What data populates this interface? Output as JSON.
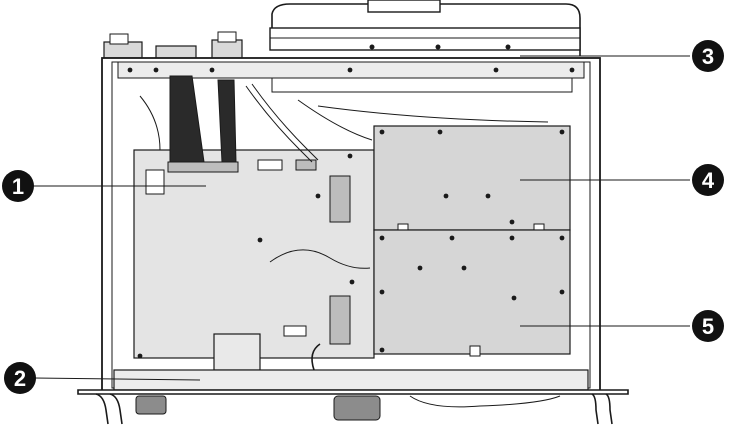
{
  "callouts": [
    {
      "id": "1",
      "label": "1"
    },
    {
      "id": "2",
      "label": "2"
    },
    {
      "id": "3",
      "label": "3"
    },
    {
      "id": "4",
      "label": "4"
    },
    {
      "id": "5",
      "label": "5"
    }
  ],
  "colors": {
    "ink": "#1a1a1a",
    "board": "#d9d9d9",
    "panel": "#c9c9c9",
    "background": "#ffffff",
    "callout_fill": "#111111"
  }
}
